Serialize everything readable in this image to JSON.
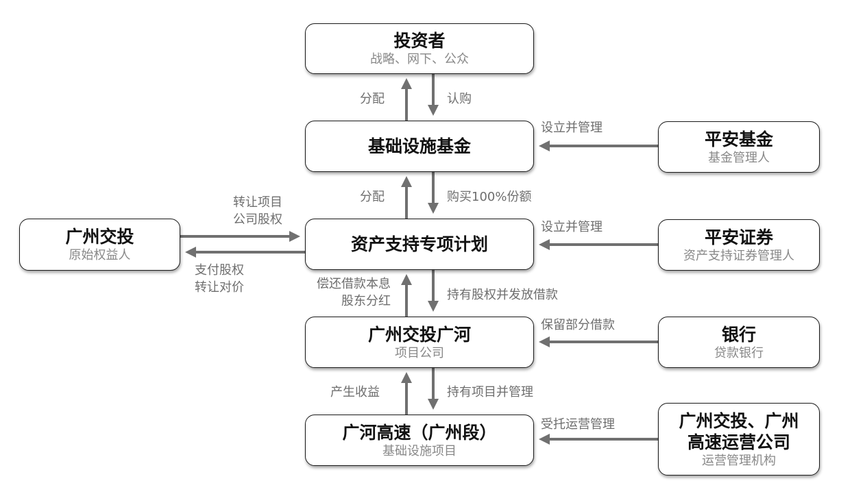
{
  "nodes": {
    "investors": {
      "title": "投资者",
      "subtitle": "战略、网下、公众"
    },
    "infra_fund": {
      "title": "基础设施基金"
    },
    "abs_plan": {
      "title": "资产支持专项计划"
    },
    "project_company": {
      "title": "广州交投广河",
      "subtitle": "项目公司"
    },
    "infra_project": {
      "title": "广河高速（广州段）",
      "subtitle": "基础设施项目"
    },
    "original_owner": {
      "title": "广州交投",
      "subtitle": "原始权益人"
    },
    "fund_manager": {
      "title": "平安基金",
      "subtitle": "基金管理人"
    },
    "abs_manager": {
      "title": "平安证券",
      "subtitle": "资产支持证券管理人"
    },
    "bank": {
      "title": "银行",
      "subtitle": "贷款银行"
    },
    "operator": {
      "title_line1": "广州交投、广州",
      "title_line2": "高速运营公司",
      "subtitle": "运营管理机构"
    }
  },
  "edges": {
    "fund_to_investors": "分配",
    "investors_to_fund": "认购",
    "abs_to_fund": "分配",
    "fund_to_abs": "购买100%份额",
    "owner_to_abs_line1": "转让项目",
    "owner_to_abs_line2": "公司股权",
    "abs_to_owner_line1": "支付股权",
    "abs_to_owner_line2": "转让对价",
    "company_to_abs_line1": "偿还借款本息",
    "company_to_abs_line2": "股东分红",
    "abs_to_company": "持有股权并发放借款",
    "project_to_company": "产生收益",
    "company_to_project": "持有项目并管理",
    "fund_manager_to_fund": "设立并管理",
    "abs_manager_to_abs": "设立并管理",
    "bank_to_company": "保留部分借款",
    "operator_to_project": "受托运营管理"
  },
  "colors": {
    "arrow": "#707070",
    "title_text": "#111111",
    "subtitle_text": "#888888",
    "label_text": "#6e6e6e"
  }
}
